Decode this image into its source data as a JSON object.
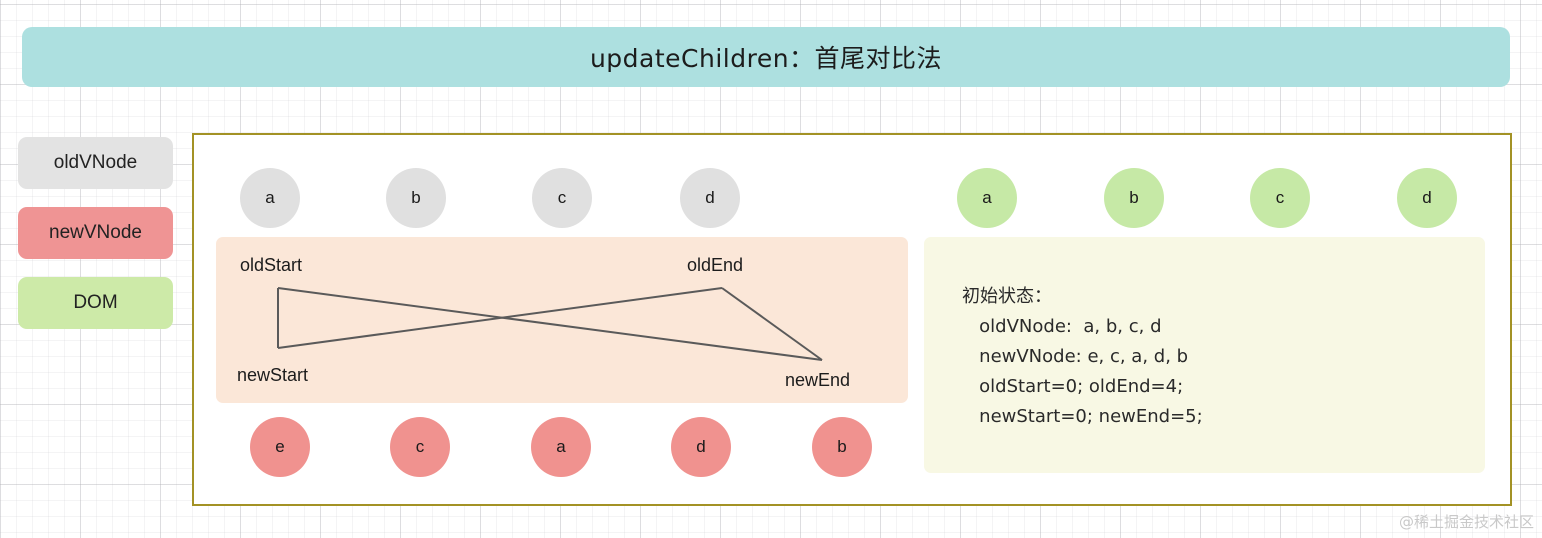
{
  "title": {
    "text": "updateChildren：首尾对比法",
    "banner_color": "#ade0e0"
  },
  "legend": {
    "items": [
      {
        "label": "oldVNode",
        "color": "#e3e3e3"
      },
      {
        "label": "newVNode",
        "color": "#ef9494"
      },
      {
        "label": "DOM",
        "color": "#cdeaa8"
      }
    ]
  },
  "diagram": {
    "border_color": "#a39225",
    "old_nodes": {
      "legend": "oldVNode",
      "color": "#e0e0e0",
      "labels": [
        "a",
        "b",
        "c",
        "d"
      ]
    },
    "dom_nodes": {
      "legend": "DOM",
      "color": "#c6e9a6",
      "labels": [
        "a",
        "b",
        "c",
        "d"
      ]
    },
    "new_nodes": {
      "legend": "newVNode",
      "color": "#f0928f",
      "labels": [
        "e",
        "c",
        "a",
        "d",
        "b"
      ]
    },
    "compare_panel": {
      "background": "#fbe7d8",
      "line_color": "#5a5a5a",
      "pointers": {
        "old_start": "oldStart",
        "old_end": "oldEnd",
        "new_start": "newStart",
        "new_end": "newEnd"
      }
    },
    "info_panel": {
      "background": "#f8f8e4",
      "heading": "初始状态：",
      "lines": [
        "   oldVNode:  a, b, c, d",
        "   newVNode: e, c, a, d, b",
        "   oldStart=0; oldEnd=4;",
        "   newStart=0; newEnd=5;"
      ],
      "text": "初始状态：\n   oldVNode:  a, b, c, d\n   newVNode: e, c, a, d, b\n   oldStart=0; oldEnd=4;\n   newStart=0; newEnd=5;"
    }
  },
  "watermark": "@稀土掘金技术社区"
}
